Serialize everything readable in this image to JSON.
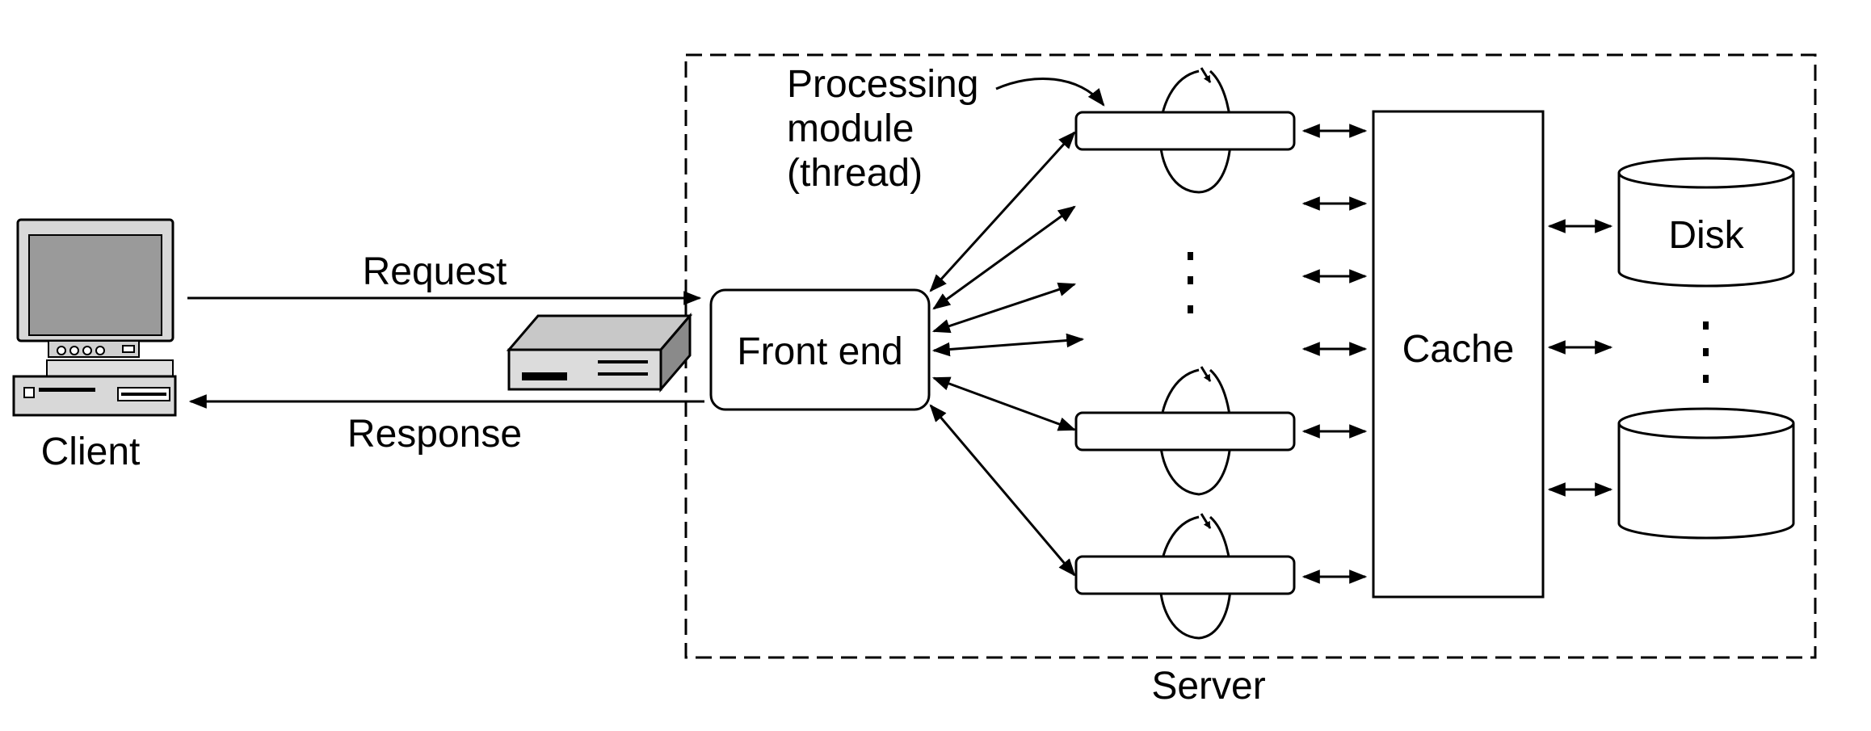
{
  "labels": {
    "client": "Client",
    "request": "Request",
    "response": "Response",
    "server": "Server",
    "front_end": "Front end",
    "processing_module": [
      "Processing",
      "module",
      "(thread)"
    ],
    "cache": "Cache",
    "disk": "Disk"
  },
  "colors": {
    "stroke": "#000000",
    "monitor_screen": "#9a9a9a",
    "device_body": "#dcdcdc",
    "device_top": "#c8c8c8",
    "device_side": "#8a8a8a",
    "background": "#ffffff"
  },
  "icons": [
    "client-computer-icon",
    "server-device-icon"
  ]
}
